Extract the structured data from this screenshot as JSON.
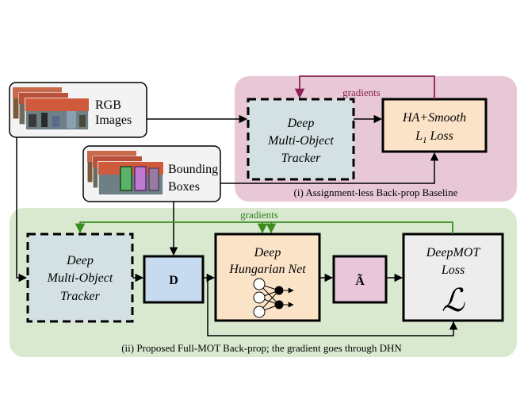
{
  "inputs": {
    "rgb_line1": "RGB",
    "rgb_line2": "Images",
    "bbox_line1": "Bounding",
    "bbox_line2": "Boxes"
  },
  "baseline": {
    "caption": "(i) Assignment-less Back-prop Baseline",
    "gradients_label": "gradients",
    "tracker_line1": "Deep",
    "tracker_line2": "Multi-Object",
    "tracker_line3": "Tracker",
    "loss_line1": "HA+Smooth",
    "loss_line2_main": "L",
    "loss_line2_sub": "1",
    "loss_line2_rest": " Loss"
  },
  "proposed": {
    "caption": "(ii) Proposed Full-MOT Back-prop; the gradient goes through DHN",
    "gradients_label": "gradients",
    "tracker_line1": "Deep",
    "tracker_line2": "Multi-Object",
    "tracker_line3": "Tracker",
    "d_label": "D",
    "dhn_line1": "Deep",
    "dhn_line2": "Hungarian Net",
    "a_label": "Ã",
    "loss_line1": "DeepMOT",
    "loss_line2": "Loss",
    "loss_symbol": "ℒ"
  },
  "colors": {
    "pink_region": "#e8c8d6",
    "green_region": "#d9e9d0",
    "tracker_fill": "#d4e1e4",
    "loss_fill": "#fbe3c8",
    "d_fill": "#c6daf0",
    "a_fill": "#e9c6d9",
    "deepmot_fill": "#ededed",
    "gradient_pink": "#8b2252",
    "gradient_green": "#3c8c22"
  }
}
